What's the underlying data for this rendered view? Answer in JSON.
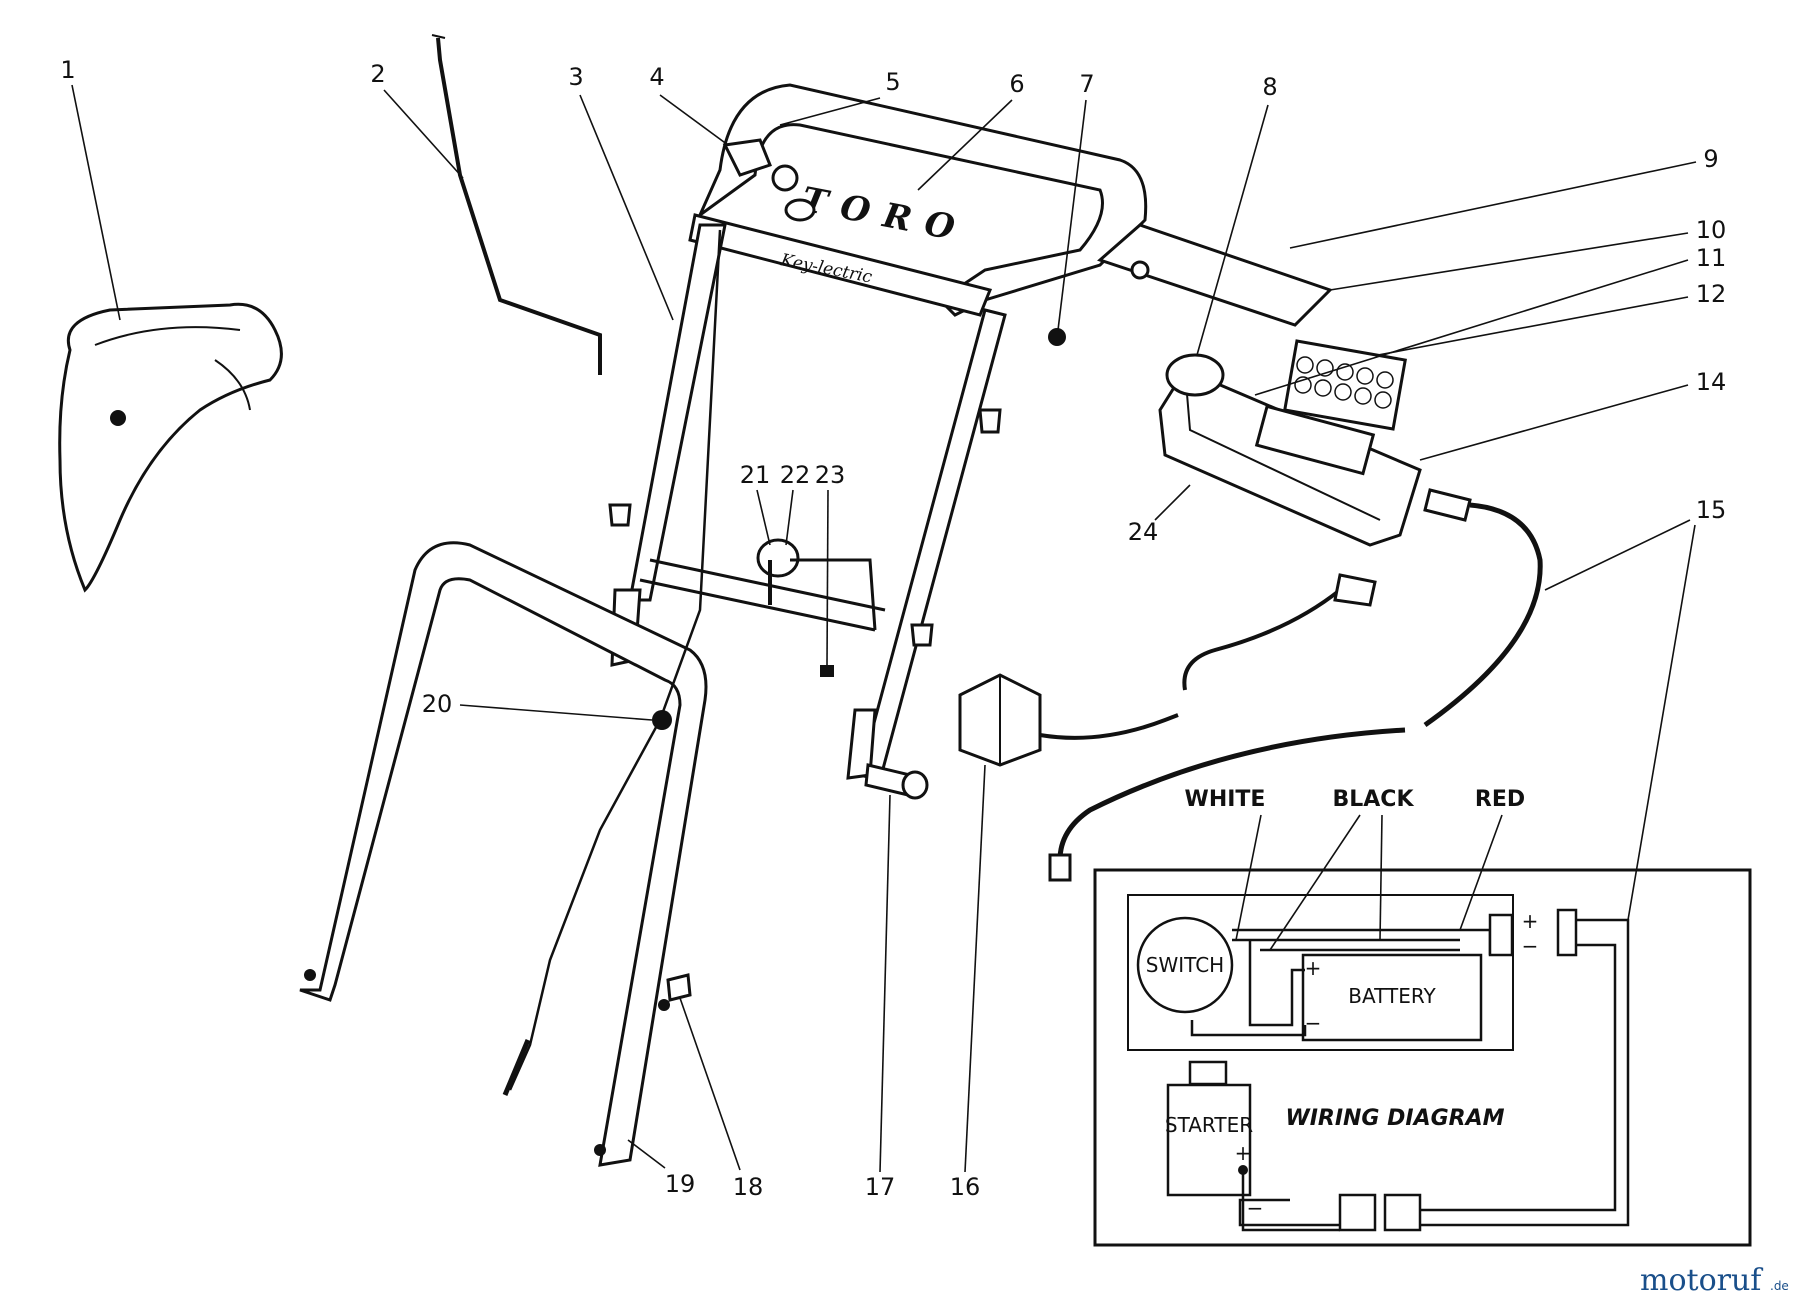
{
  "diagram": {
    "part_numbers": [
      "1",
      "2",
      "3",
      "4",
      "5",
      "6",
      "7",
      "8",
      "9",
      "10",
      "11",
      "12",
      "14",
      "15",
      "16",
      "17",
      "18",
      "19",
      "20",
      "21",
      "22",
      "23",
      "24"
    ],
    "logo_text": "TORO",
    "handle_script": "Key-lectric",
    "wiring": {
      "title": "WIRING DIAGRAM",
      "wire_labels": {
        "white": "WHITE",
        "black": "BLACK",
        "red": "RED"
      },
      "components": {
        "switch": "SWITCH",
        "battery": "BATTERY",
        "starter": "STARTER"
      },
      "polarity": {
        "plus": "+",
        "minus": "−"
      }
    }
  },
  "watermark": {
    "brand": "motoruf",
    "suffix": ".de"
  }
}
